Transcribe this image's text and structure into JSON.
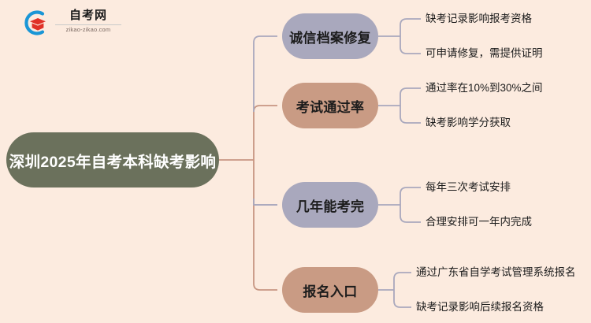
{
  "background_color": "#fcebdf",
  "logo": {
    "title": "自考网",
    "subtitle": "zikao-zikao.com",
    "mark_icon": "graduation-cap-in-circle-icon",
    "arc_color": "#1a96d6",
    "cap_color": "#e03127"
  },
  "mindmap": {
    "root": {
      "label": "深圳2025年自考本科缺考影响",
      "color": "#6b715c",
      "text_color": "#ffffff"
    },
    "branches": [
      {
        "label": "诚信档案修复",
        "color": "#a9a8bd",
        "connector_color": "#a9a8bd",
        "leaves": [
          "缺考记录影响报考资格",
          "可申请修复，需提供证明"
        ]
      },
      {
        "label": "考试通过率",
        "color": "#c99b84",
        "connector_color": "#c79682",
        "leaves": [
          "通过率在10%到30%之间",
          "缺考影响学分获取"
        ]
      },
      {
        "label": "几年能考完",
        "color": "#a9a8bd",
        "connector_color": "#a9a8bd",
        "leaves": [
          "每年三次考试安排",
          "合理安排可一年内完成"
        ]
      },
      {
        "label": "报名入口",
        "color": "#c99b84",
        "connector_color": "#c79682",
        "leaves": [
          "通过广东省自学考试管理系统报名",
          "缺考记录影响后续报名资格"
        ]
      }
    ]
  }
}
